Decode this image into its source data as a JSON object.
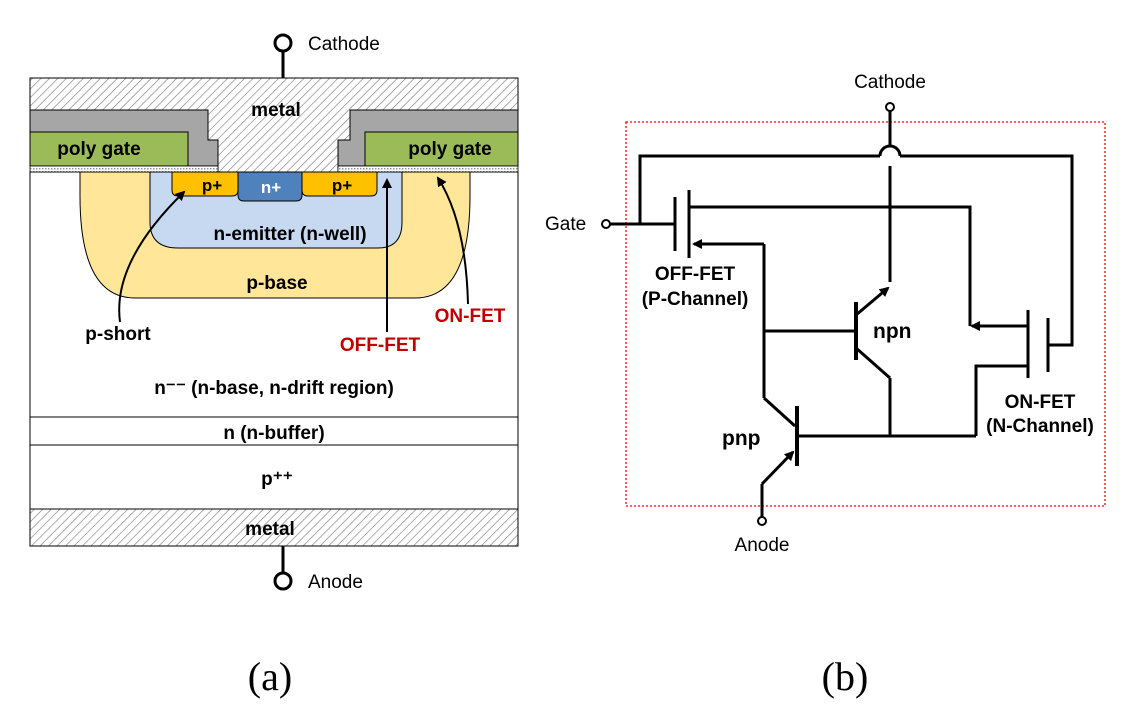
{
  "colors": {
    "poly_gate": "#9bbb59",
    "gray_layer": "#a6a6a6",
    "n_emitter": "#c6d9f1",
    "p_base": "#ffe699",
    "p_plus": "#ffc000",
    "n_plus": "#4f81bd",
    "red_label": "#c00000",
    "box_border": "#ff0000"
  },
  "panel_a": {
    "cathode_label": "Cathode",
    "anode_label": "Anode",
    "top_metal_label": "metal",
    "bottom_metal_label": "metal",
    "poly_gate_left": "poly gate",
    "poly_gate_right": "poly gate",
    "p_plus_left": "p+",
    "n_plus": "n+",
    "p_plus_right": "p+",
    "n_emitter_label": "n-emitter (n-well)",
    "p_base_label": "p-base",
    "p_short_label": "p-short",
    "off_fet_label": "OFF-FET",
    "on_fet_label": "ON-FET",
    "n_drift_label": "n⁻⁻ (n-base, n-drift region)",
    "n_buffer_label": "n (n-buffer)",
    "p_sub_label": "p⁺⁺",
    "caption": "(a)"
  },
  "panel_b": {
    "cathode_label": "Cathode",
    "gate_label": "Gate",
    "anode_label": "Anode",
    "off_fet_line1": "OFF-FET",
    "off_fet_line2": "(P-Channel)",
    "on_fet_line1": "ON-FET",
    "on_fet_line2": "(N-Channel)",
    "npn_label": "npn",
    "pnp_label": "pnp",
    "caption": "(b)"
  }
}
